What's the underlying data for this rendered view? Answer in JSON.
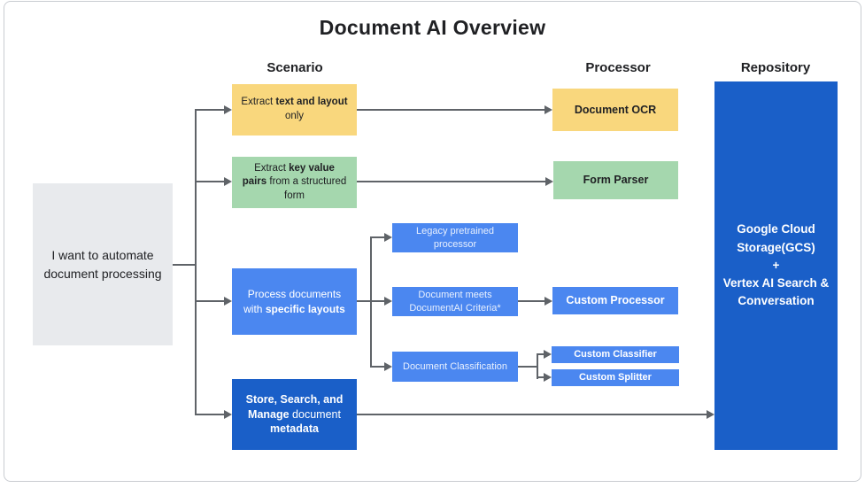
{
  "title": "Document AI Overview",
  "headers": {
    "scenario": "Scenario",
    "processor": "Processor",
    "repository": "Repository"
  },
  "start_node": {
    "text": "I want to automate document processing"
  },
  "rows": {
    "ocr": {
      "scenario_rich": [
        {
          "t": "Extract ",
          "b": false
        },
        {
          "t": "text and layout",
          "b": true
        },
        {
          "t": " only",
          "b": false
        }
      ],
      "processor_label": "Document OCR"
    },
    "form": {
      "scenario_rich": [
        {
          "t": "Extract ",
          "b": false
        },
        {
          "t": "key value pairs",
          "b": true
        },
        {
          "t": " from a structured form",
          "b": false
        }
      ],
      "processor_label": "Form Parser"
    },
    "custom": {
      "scenario_rich": [
        {
          "t": "Process documents with ",
          "b": false
        },
        {
          "t": "specific layouts",
          "b": true
        }
      ],
      "branches": {
        "legacy": "Legacy pretrained processor",
        "criteria": "Document meets DocumentAI Criteria*",
        "classification": "Document Classification"
      },
      "processors": {
        "custom_processor": "Custom Processor",
        "custom_classifier": "Custom Classifier",
        "custom_splitter": "Custom Splitter"
      }
    },
    "store": {
      "scenario_rich": [
        {
          "t": "Store, Search, and Manage",
          "b": true
        },
        {
          "t": " document ",
          "b": false
        },
        {
          "t": "metadata",
          "b": true
        }
      ]
    }
  },
  "repository_node": {
    "line1": "Google Cloud Storage(GCS)",
    "line2": "+",
    "line3": "Vertex AI Search & Conversation"
  },
  "colors": {
    "yellow": "#F9D77D",
    "green": "#A5D7AE",
    "blue": "#4B87F0",
    "dark_blue": "#1A5FC8",
    "gray": "#E8EAED",
    "line": "#5F6368",
    "text_dark": "#202124",
    "branch_text": "#E8F0FE",
    "border": "#C9CCD1"
  }
}
